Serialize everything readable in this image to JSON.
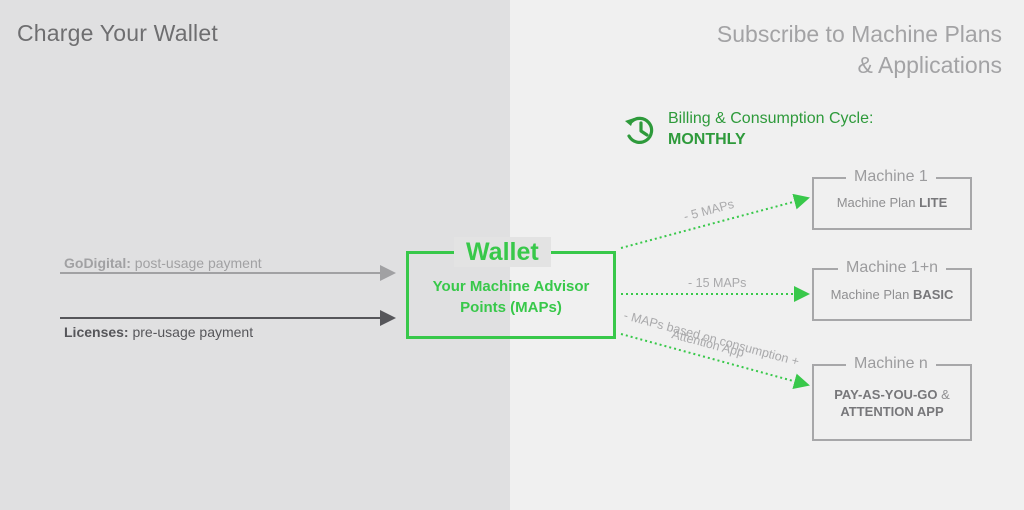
{
  "left_title": "Charge Your Wallet",
  "right_title_line1": "Subscribe to Machine Plans",
  "right_title_line2": "& Applications",
  "cycle": {
    "icon": "history-clock-icon",
    "label": "Billing & Consumption Cycle:",
    "value": "MONTHLY"
  },
  "inputs": {
    "godigital_bold": "GoDigital:",
    "godigital_rest": " post-usage payment",
    "licenses_bold": "Licenses:",
    "licenses_rest": " pre-usage payment"
  },
  "wallet": {
    "title": "Wallet",
    "subtitle_line1": "Your Machine Advisor",
    "subtitle_line2": "Points (MAPs)"
  },
  "machines": [
    {
      "title": "Machine 1",
      "plan_prefix": "Machine Plan ",
      "plan_bold": "LITE"
    },
    {
      "title": "Machine 1+n",
      "plan_prefix": "Machine Plan ",
      "plan_bold": "BASIC"
    },
    {
      "title": "Machine n",
      "plan_line1": "PAY-AS-YOU-GO",
      "plan_line1_suffix": " &",
      "plan_line2": "ATTENTION APP"
    }
  ],
  "edges": {
    "e1": "- 5 MAPs",
    "e2": "- 15 MAPs",
    "e3_line1": "- MAPs based on consumption +",
    "e3_line2": "Attention App"
  },
  "colors": {
    "green_accent": "#38c84a",
    "green_text": "#2e9a3b",
    "left_panel": "#e0e0e1",
    "right_panel": "#f0f0f0"
  }
}
